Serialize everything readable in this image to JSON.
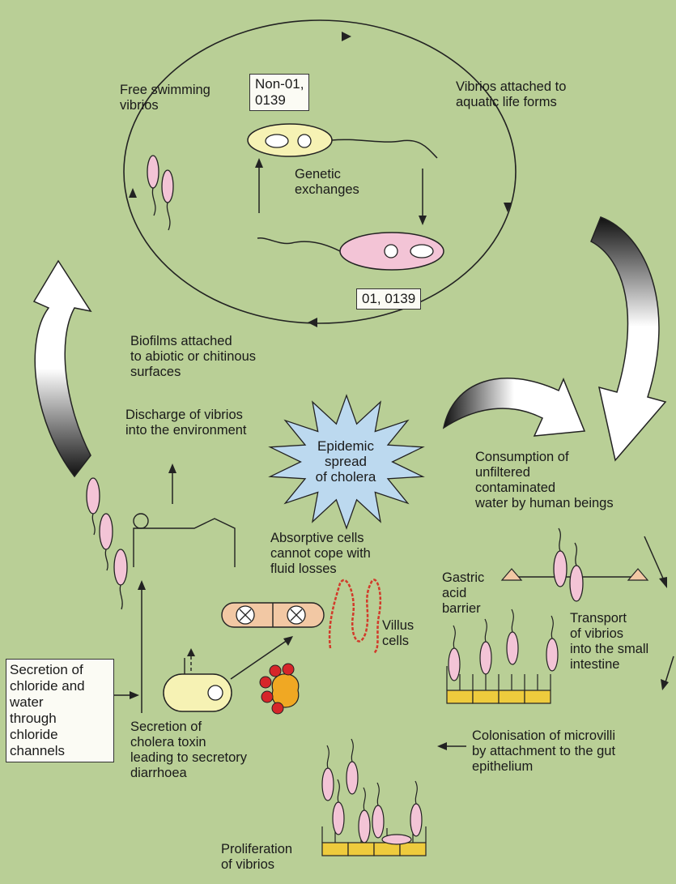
{
  "labels": {
    "free_swimming": "Free swimming\nvibrios",
    "attached_aquatic": "Vibrios attached to\naquatic life forms",
    "genetic_exchanges": "Genetic\nexchanges",
    "biofilms": "Biofilms attached\nto abiotic or chitinous\nsurfaces",
    "discharge": "Discharge of vibrios\ninto the environment",
    "epidemic": "Epidemic\nspread\nof cholera",
    "consumption": "Consumption of\nunfiltered\ncontaminated\nwater by human beings",
    "absorptive": "Absorptive cells\ncannot cope with\nfluid losses",
    "gastric": "Gastric\nacid\nbarrier",
    "transport": "Transport\nof vibrios\ninto the small\nintestine",
    "villus": "Villus\ncells",
    "secretion_toxin": "Secretion of\ncholera toxin\nleading to secretory\ndiarrhoea",
    "colonisation": "Colonisation of microvilli\nby attachment to the gut\nepithelium",
    "proliferation": "Proliferation\nof vibrios"
  },
  "boxes": {
    "non_o1": "Non-01,\n0139",
    "o1": "01, 0139",
    "secretion_chloride": "Secretion of\nchloride and\nwater\nthrough\nchloride\nchannels"
  },
  "colors": {
    "background": "#b9cf96",
    "pink": "#f3c4d6",
    "yellow": "#f6f2b4",
    "gold": "#eecb3d",
    "red": "#d6262a",
    "orange": "#f0a823",
    "star": "#bcd9ef"
  }
}
